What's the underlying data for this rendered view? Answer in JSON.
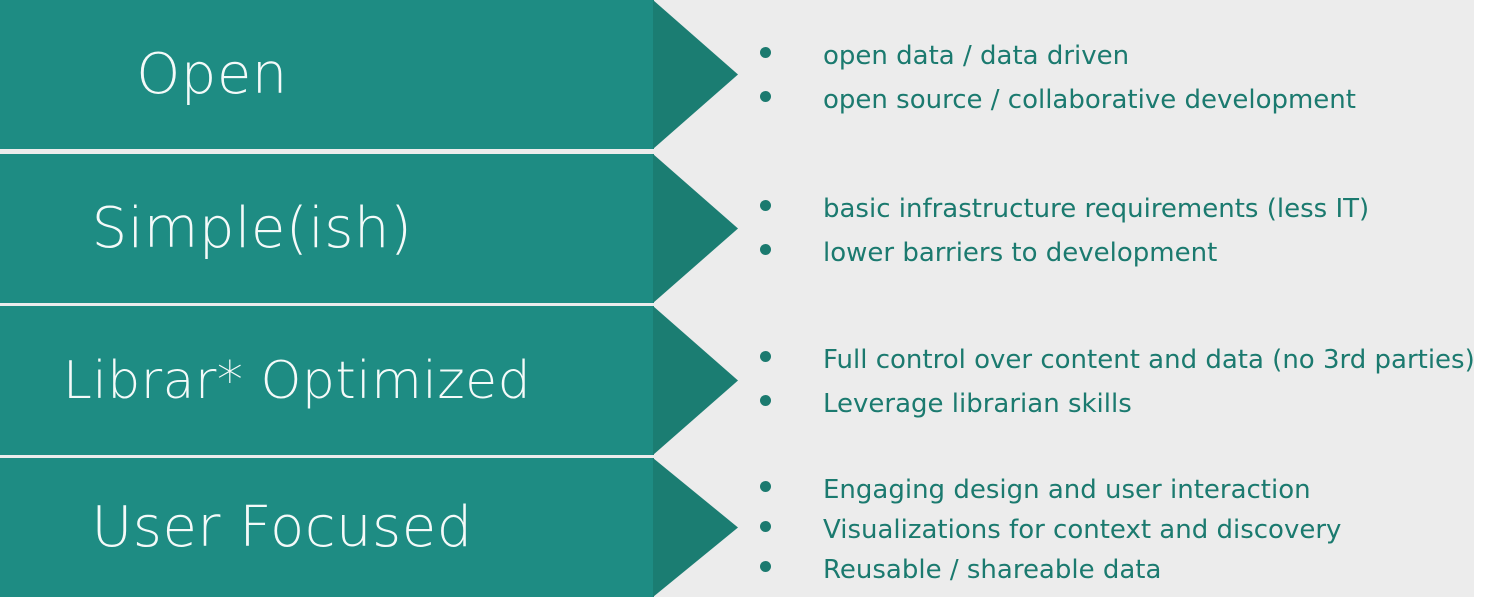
{
  "theme": {
    "chevron_body_color": "#1E8C83",
    "chevron_head_color": "#1B7D72",
    "panel_background": "#ECECEC",
    "label_text_color": "#F4FAF9",
    "bullet_text_color": "#1B7A6F",
    "slide_background": "#FFFFFF"
  },
  "rows": [
    {
      "label": "Open",
      "bullets": [
        "open data / data driven",
        "open source / collaborative development"
      ]
    },
    {
      "label": "Simple(ish)",
      "bullets": [
        "basic infrastructure requirements (less IT)",
        "lower barriers to development"
      ]
    },
    {
      "label": "Librar* Optimized",
      "bullets": [
        "Full control over content and data (no 3rd parties)",
        "Leverage librarian skills"
      ]
    },
    {
      "label": "User Focused",
      "bullets": [
        "Engaging design and user interaction",
        "Visualizations for context and discovery",
        "Reusable / shareable data"
      ]
    }
  ]
}
